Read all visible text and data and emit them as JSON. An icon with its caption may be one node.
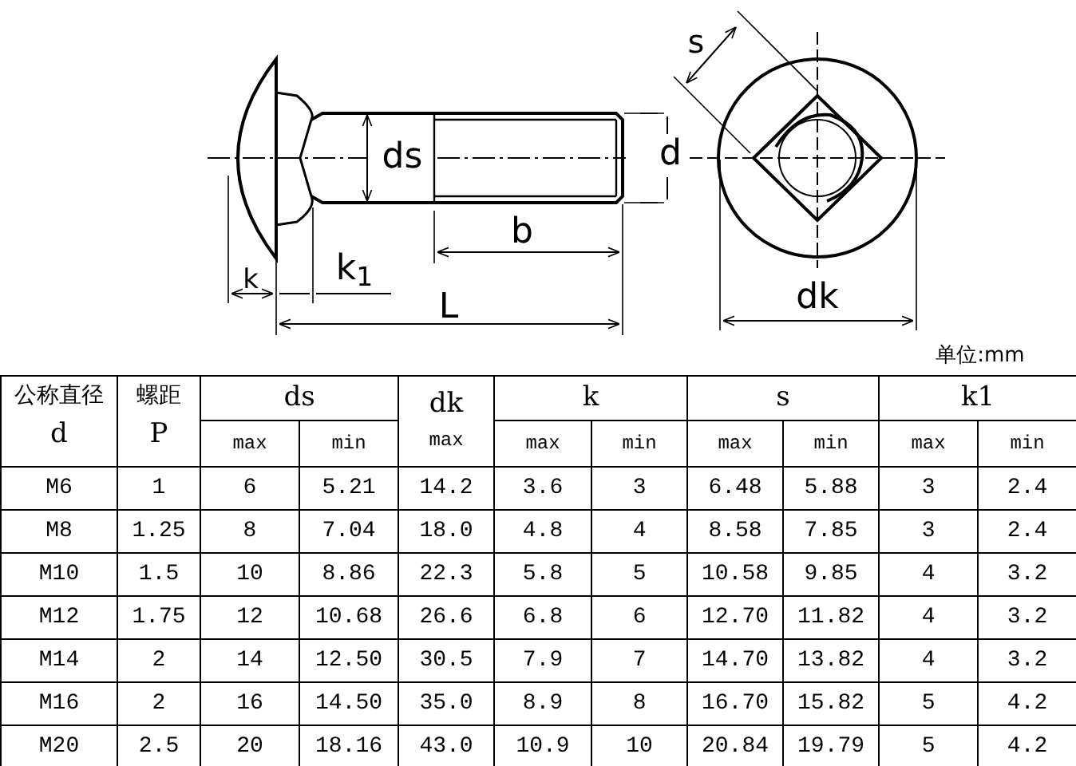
{
  "diagram": {
    "labels": [
      "ds",
      "d",
      "b",
      "k",
      "k$_{1}$",
      "L",
      "s",
      "dk",
      "单位:mm",
      "公称直径",
      "螺距",
      "ds",
      "dk",
      "k",
      "s",
      "k1",
      "d",
      "P",
      "max",
      "min",
      "max",
      "max",
      "min",
      "max",
      "min",
      "max",
      "min",
      "M6",
      "1",
      "6",
      "5.21",
      "14.2",
      "3.6",
      "3",
      "6.48",
      "5.88",
      "3",
      "2.4",
      "M8",
      "1.25",
      "8",
      "7.04",
      "18.0",
      "4.8",
      "4",
      "8.58",
      "7.85",
      "3",
      "2.4",
      "M10",
      "1.5",
      "10",
      "8.86",
      "22.3",
      "5.8",
      "5",
      "10.58",
      "9.85",
      "4",
      "3.2",
      "M12",
      "1.75",
      "12",
      "10.68",
      "26.6",
      "6.8",
      "6",
      "12.70",
      "11.82",
      "4",
      "3.2",
      "M14",
      "2",
      "14",
      "12.50",
      "30.5",
      "7.9",
      "7",
      "14.70",
      "13.82",
      "4",
      "3.2",
      "M16",
      "2",
      "16",
      "14.50",
      "35.0",
      "8.9",
      "8",
      "16.70",
      "15.82",
      "5",
      "4.2",
      "M20",
      "2.5",
      "20",
      "18.16",
      "43.0",
      "10.9",
      "10",
      "20.84",
      "19.79",
      "5",
      "4.2"
    ]
  }
}
